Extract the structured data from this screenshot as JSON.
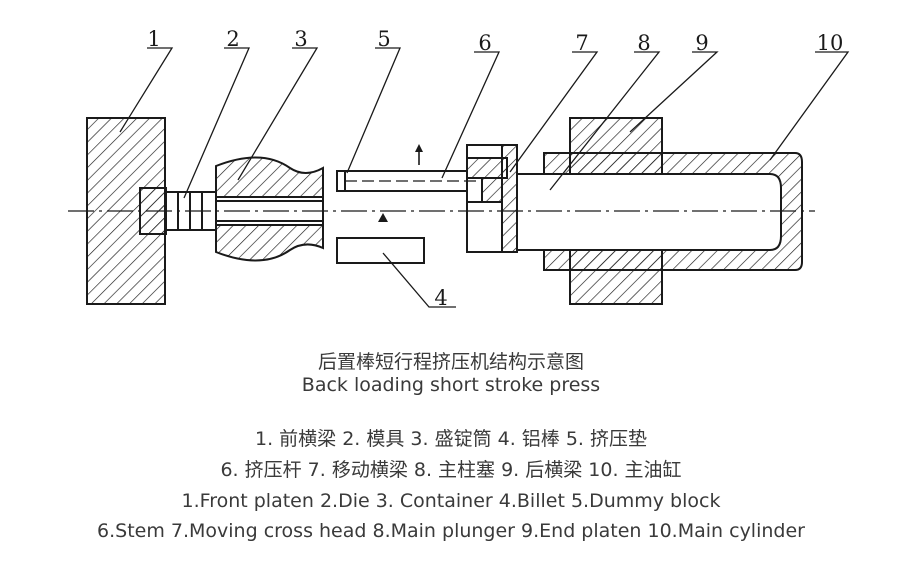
{
  "part_numbers": [
    "1",
    "2",
    "3",
    "4",
    "5",
    "6",
    "7",
    "8",
    "9",
    "10"
  ],
  "caption": {
    "title_cn": "后置棒短行程挤压机结构示意图",
    "title_en": "Back loading short stroke press",
    "legend_cn_line1": "1. 前横梁  2. 模具   3. 盛锭筒   4. 铝棒   5. 挤压垫",
    "legend_cn_line2": "6. 挤压杆  7. 移动横梁  8. 主柱塞  9. 后横梁   10. 主油缸",
    "legend_en_line1": "1.Front platen  2.Die  3. Container  4.Billet  5.Dummy block",
    "legend_en_line2": "6.Stem  7.Moving cross head  8.Main plunger  9.End platen  10.Main cylinder"
  },
  "colors": {
    "line": "#1a1a1a",
    "text": "#3a3a3a"
  }
}
